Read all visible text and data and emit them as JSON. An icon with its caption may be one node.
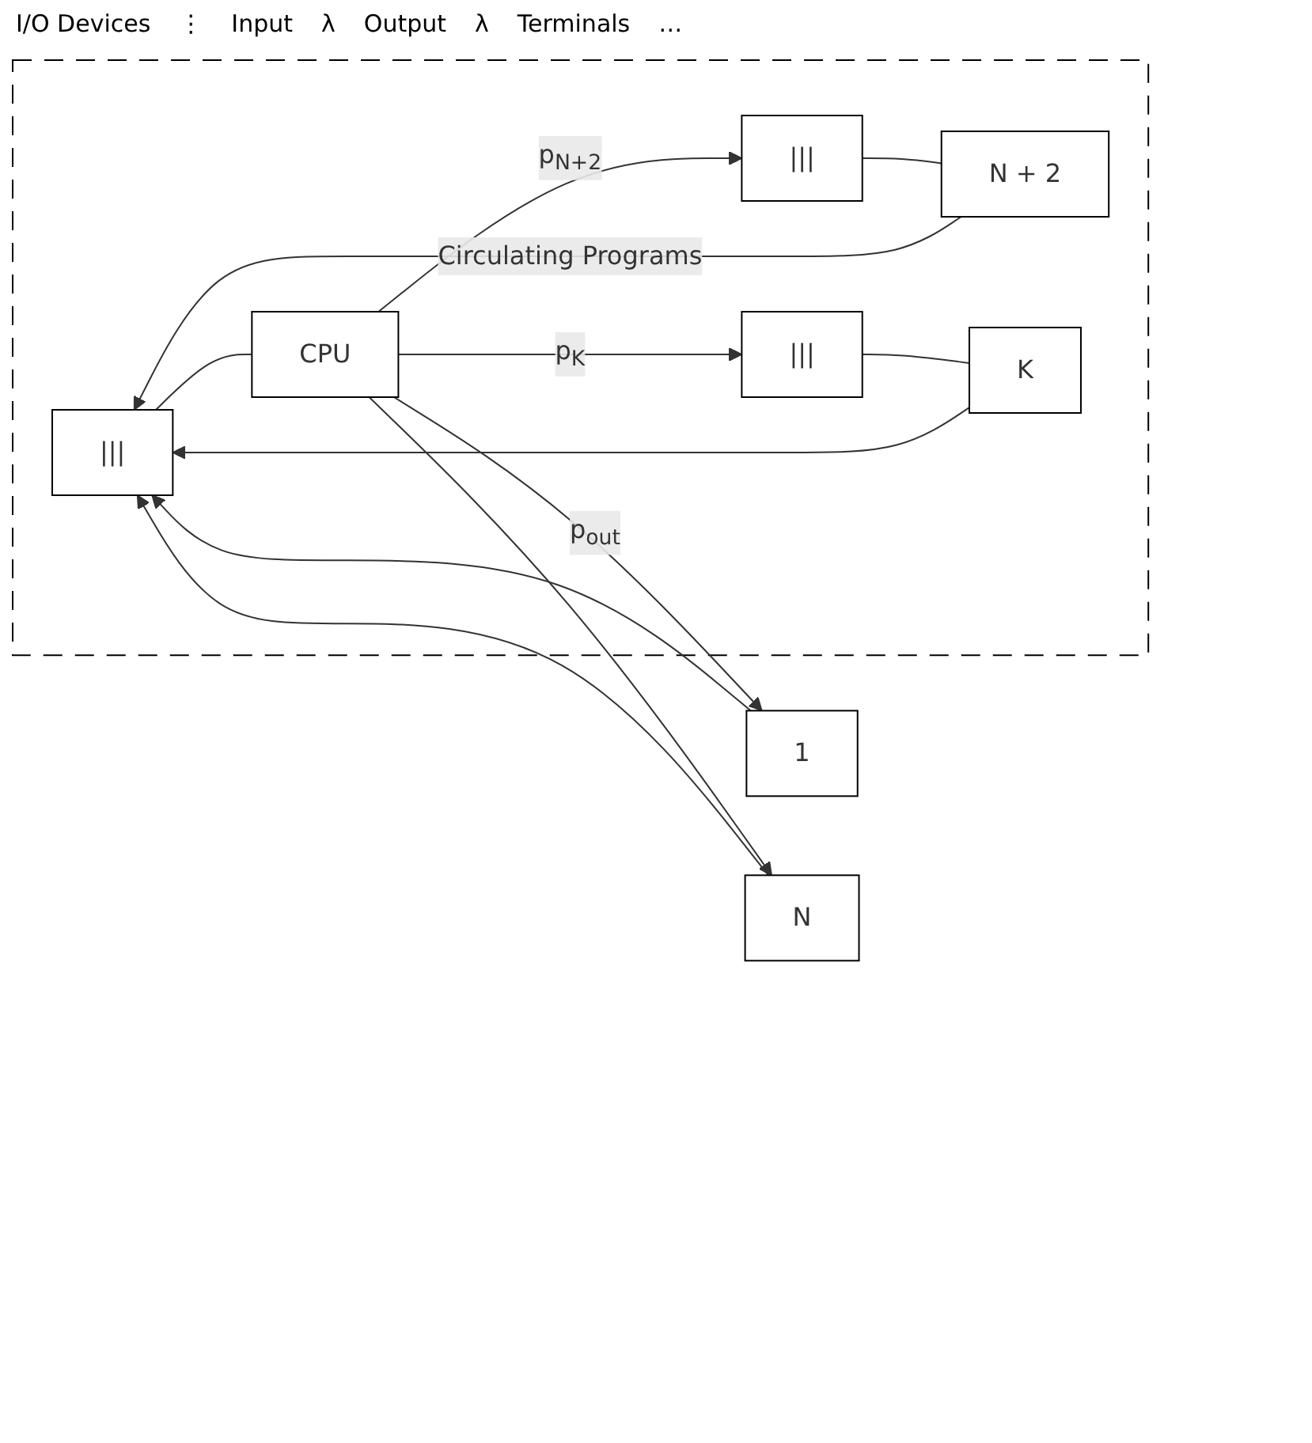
{
  "diagram": {
    "nodes": [
      {
        "text": [],
        "shape": "box"
      },
      {
        "text": [
          "|||"
        ],
        "in": 0
      },
      {
        "text": [
          "CPU"
        ],
        "in": 0
      },
      {
        "text": [
          "|||"
        ],
        "in": 0
      },
      {
        "text": [
          "N + 2"
        ],
        "in": 0
      },
      {
        "text": [
          "|||"
        ],
        "in": 0
      },
      {
        "text": [
          "K"
        ],
        "in": 0
      },
      {
        "text": [
          "1"
        ]
      },
      {
        "text": [
          "N"
        ]
      }
    ],
    "edges": [
      {
        "from": 1,
        "to": 2,
        "arrow": "none"
      },
      {
        "from": 2,
        "to": 3,
        "arrow": "to",
        "label": "p$_{N+2}$"
      },
      {
        "from": 2,
        "to": 5,
        "arrow": "to",
        "label": "p$_{K}$"
      },
      {
        "from": 3,
        "to": 4,
        "arrow": "none"
      },
      {
        "from": 5,
        "to": 6,
        "arrow": "none"
      },
      {
        "from": 2,
        "to": 7,
        "arrow": "to",
        "label": "p$_{out}$"
      },
      {
        "from": 2,
        "to": 8,
        "arrow": "to"
      },
      {
        "from": 4,
        "to": 1,
        "arrow": "to",
        "label": "Circulating Programs"
      },
      {
        "from": 6,
        "to": 1,
        "arrow": "to"
      },
      {
        "from": 7,
        "to": 1,
        "arrow": "to"
      },
      {
        "from": 8,
        "to": 1,
        "arrow": "to"
      }
    ],
    "labels": [
      "I/O Devices",
      "⋮",
      "Input",
      "λ",
      "Output",
      "λ",
      "Terminals",
      "…"
    ]
  }
}
